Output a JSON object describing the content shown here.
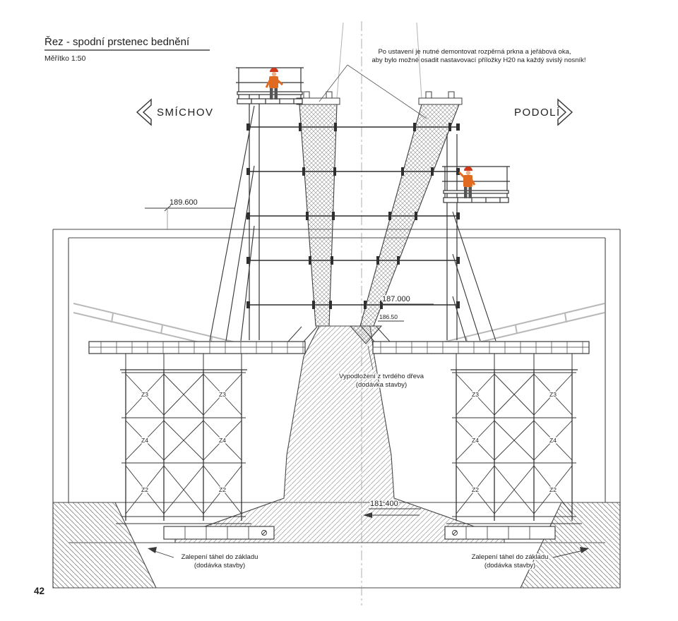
{
  "page": {
    "number": "42"
  },
  "title": {
    "heading": "Řez - spodní prstenec bednění",
    "scale": "Měřítko 1:50"
  },
  "note": {
    "line1": "Po ustavení je nutné demontovat rozpěrná prkna a jeřábová oka,",
    "line2": "aby bylo možné osadit nastavovací příložky H20 na každý svislý nosník!"
  },
  "directions": {
    "left": "SMÍCHOV",
    "right": "PODOLÍ"
  },
  "elevations": {
    "platform": "189.600",
    "ring_top": "187.000",
    "ring_seat": "186.50",
    "footing": "181.400"
  },
  "callouts": {
    "hardwood": {
      "line1": "Vypodložení z tvrdého dřeva",
      "line2": "(dodávka stavby)"
    },
    "anchor_left": {
      "line1": "Zalepení táhel do základu",
      "line2": "(dodávka stavby)"
    },
    "anchor_right": {
      "line1": "Zalepení táhel do základu",
      "line2": "(dodávka stavby)"
    }
  },
  "tower_labels": {
    "row1": "Z3",
    "row2": "Z4",
    "row3": "Z2"
  },
  "colors": {
    "line": "#3a3a3a",
    "light_line": "#b8b8b8",
    "worker_shirt": "#e06a1f",
    "helmet": "#d03a1a"
  }
}
